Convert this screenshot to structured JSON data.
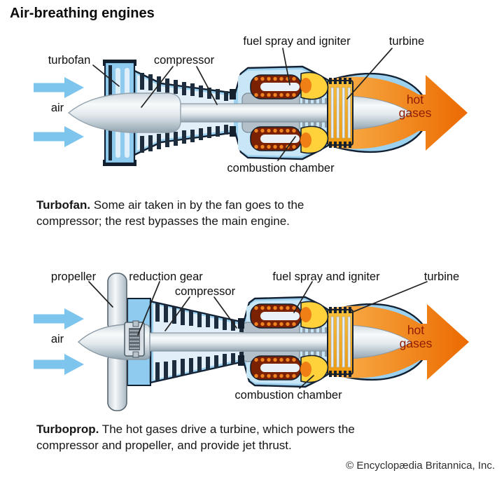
{
  "title": "Air-breathing engines",
  "attribution": "© Encyclopædia Britannica, Inc.",
  "colors": {
    "air_arrow_blue": "#7EC5EE",
    "casing_blue": "#9CD1F0",
    "exhaust_orange": "#EC6E00",
    "flame_yellow": "#FFD23B",
    "combustor_maroon": "#7A2104",
    "turbine_gold": "#F3A616",
    "hot_gases_text": "#8F1C03"
  },
  "figures": [
    {
      "name": "Turbofan",
      "labels": {
        "turbofan": "turbofan",
        "compressor": "compressor",
        "fuel_spray": "fuel spray and igniter",
        "turbine": "turbine",
        "air": "air",
        "hot_gases": "hot gases",
        "combustion_chamber": "combustion chamber"
      },
      "caption_lead": "Turbofan.",
      "caption_rest": " Some air taken in by the fan goes to the compressor; the rest bypasses the main engine."
    },
    {
      "name": "Turboprop",
      "labels": {
        "propeller": "propeller",
        "reduction_gear": "reduction gear",
        "compressor": "compressor",
        "fuel_spray": "fuel spray and igniter",
        "turbine": "turbine",
        "air": "air",
        "hot_gases": "hot gases",
        "combustion_chamber": "combustion chamber"
      },
      "caption_lead": "Turboprop.",
      "caption_rest": " The hot gases drive a turbine, which powers the compressor and propeller, and provide jet thrust."
    }
  ]
}
